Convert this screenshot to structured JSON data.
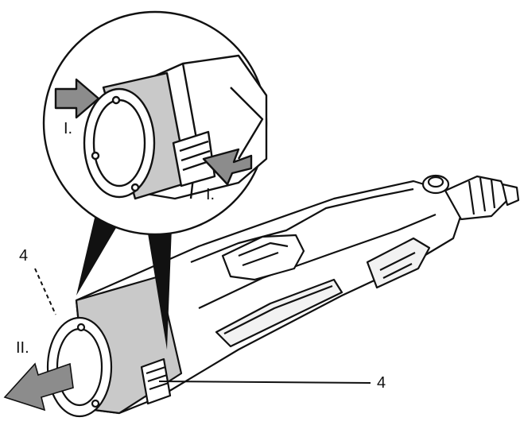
{
  "labels": {
    "step_i_left": "I.",
    "step_i_right": "I.",
    "step_ii": "II.",
    "part_4_left": "4",
    "part_4_right": "4"
  },
  "colors": {
    "line": "#111111",
    "arrow_fill": "#8c8c8c",
    "cap_shade": "#c9c9c9",
    "body_fill": "#ffffff"
  }
}
